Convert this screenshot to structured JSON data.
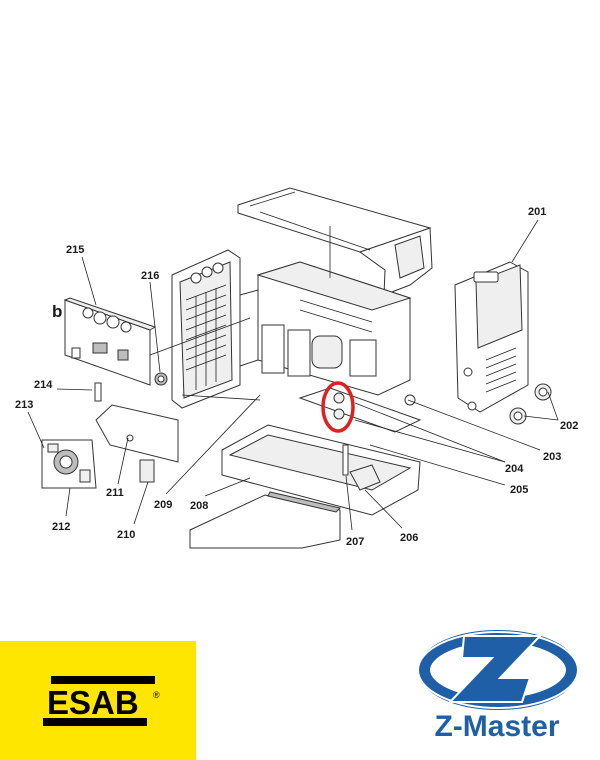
{
  "diagram": {
    "parts": [
      {
        "id": "p201",
        "label": "201"
      },
      {
        "id": "p202",
        "label": "202"
      },
      {
        "id": "p203",
        "label": "203"
      },
      {
        "id": "p204",
        "label": "204"
      },
      {
        "id": "p205",
        "label": "205"
      },
      {
        "id": "p206",
        "label": "206"
      },
      {
        "id": "p207",
        "label": "207"
      },
      {
        "id": "p208",
        "label": "208"
      },
      {
        "id": "p209",
        "label": "209"
      },
      {
        "id": "p210",
        "label": "210"
      },
      {
        "id": "p211",
        "label": "211"
      },
      {
        "id": "p212",
        "label": "212"
      },
      {
        "id": "p213",
        "label": "213"
      },
      {
        "id": "p214",
        "label": "214"
      },
      {
        "id": "p215",
        "label": "215"
      },
      {
        "id": "p216",
        "label": "216"
      }
    ],
    "sub_label": "b",
    "highlight_color": "#e02020",
    "line_color": "#222222"
  },
  "logos": {
    "esab": {
      "text": "ESAB",
      "registered": "®",
      "background": "#ffe600",
      "color": "#000000"
    },
    "zmaster": {
      "text": "Z-Master",
      "color": "#1f5fa8"
    }
  }
}
